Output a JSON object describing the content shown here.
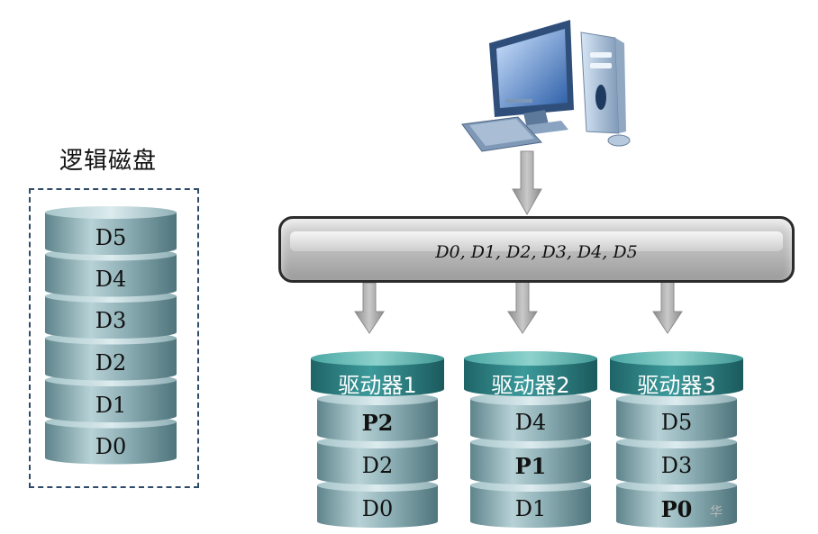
{
  "logical_disk": {
    "title": "逻辑磁盘",
    "disks": [
      "D5",
      "D4",
      "D3",
      "D2",
      "D1",
      "D0"
    ]
  },
  "bus": {
    "label": "D0, D1, D2, D3, D4, D5"
  },
  "drives": [
    {
      "title": "驱动器1",
      "disks": [
        {
          "label": "P2",
          "parity": true
        },
        {
          "label": "D2",
          "parity": false
        },
        {
          "label": "D0",
          "parity": false
        }
      ]
    },
    {
      "title": "驱动器2",
      "disks": [
        {
          "label": "D4",
          "parity": false
        },
        {
          "label": "P1",
          "parity": true
        },
        {
          "label": "D1",
          "parity": false
        }
      ]
    },
    {
      "title": "驱动器3",
      "disks": [
        {
          "label": "D5",
          "parity": false
        },
        {
          "label": "D3",
          "parity": false
        },
        {
          "label": "P0",
          "parity": true
        }
      ]
    }
  ],
  "watermark": "华",
  "colors": {
    "disk_body_top": "#b9d3d7",
    "disk_body_mid": "#86a7ad",
    "disk_body_dark": "#5f858c",
    "drive_header": "#2e7f80",
    "arrow": "#9c9c9c"
  }
}
